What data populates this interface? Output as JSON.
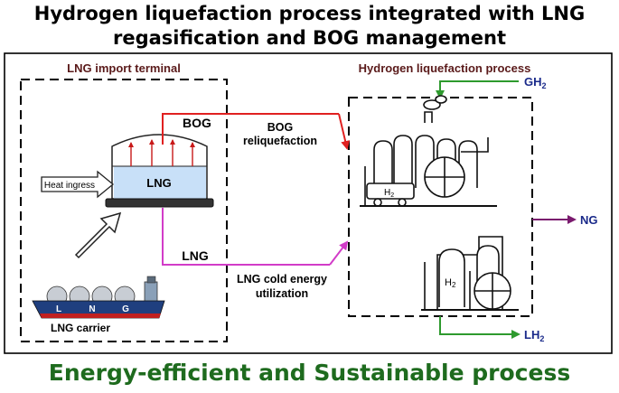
{
  "title_line1": "Hydrogen liquefaction process integrated with LNG",
  "title_line2": "regasification and BOG management",
  "footer": "Energy-efficient and Sustainable process",
  "terminal": {
    "heading": "LNG import terminal",
    "tank_label": "LNG",
    "heat_ingress": "Heat ingress",
    "carrier_label": "LNG carrier",
    "hull_letters": [
      "L",
      "N",
      "G"
    ]
  },
  "plant": {
    "heading": "Hydrogen liquefaction process",
    "h2_small": "H",
    "h2_small_sub": "2",
    "h2_large": "H",
    "h2_large_sub": "2"
  },
  "flows": {
    "bog": "BOG",
    "bog_reliq_line1": "BOG",
    "bog_reliq_line2": "reliquefaction",
    "lng": "LNG",
    "cold_line1": "LNG cold energy",
    "cold_line2": "utilization",
    "gh2": "GH",
    "gh2_sub": "2",
    "ng": "NG",
    "lh2": "LH",
    "lh2_sub": "2"
  },
  "colors": {
    "heading_text": "#5a1a1a",
    "bog_line": "#e02020",
    "lng_line": "#d23cc8",
    "gh2_line": "#2e9a2e",
    "ng_line": "#7a1a6e",
    "product_text": "#1a2a8a",
    "footer_text": "#1e6b1e",
    "tank_liquid": "#c8e0f8"
  }
}
